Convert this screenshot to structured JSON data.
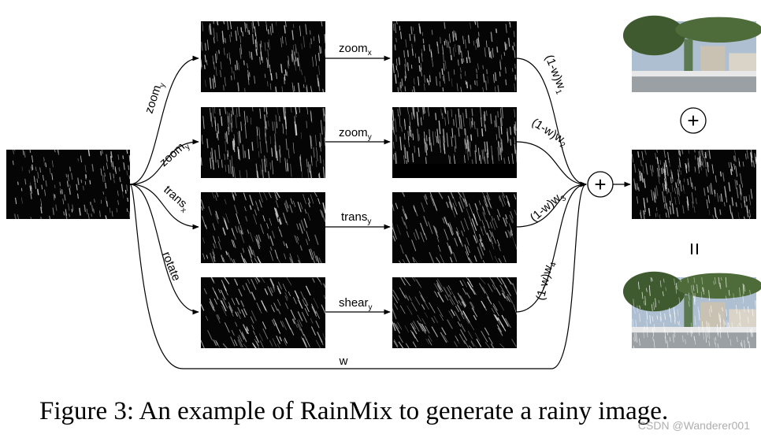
{
  "colors": {
    "line": "#000000",
    "rain_bg": "#050505",
    "rain_streak": "#d8d8d8",
    "sky": "#aebfd2",
    "tree": "#3f5a2e",
    "building": "#c9c2b2",
    "water": "#9aa0a3"
  },
  "branches": [
    {
      "first_op": {
        "base": "zoom",
        "sub": "y"
      },
      "second_op": {
        "base": "zoom",
        "sub": "x"
      },
      "weight": {
        "text": "(1-w)w",
        "sub": "1"
      }
    },
    {
      "first_op": {
        "base": "zoom",
        "sub": "y"
      },
      "second_op": {
        "base": "zoom",
        "sub": "y"
      },
      "weight": {
        "text": "(1-w)w",
        "sub": "2"
      }
    },
    {
      "first_op": {
        "base": "trans",
        "sub": "x"
      },
      "second_op": {
        "base": "trans",
        "sub": "y"
      },
      "weight": {
        "text": "(1-w)w",
        "sub": "3"
      }
    },
    {
      "first_op": {
        "base": "rotate",
        "sub": ""
      },
      "second_op": {
        "base": "shear",
        "sub": "y"
      },
      "weight": {
        "text": "(1-w)w",
        "sub": "4"
      }
    }
  ],
  "skip_label": "w",
  "sum_symbol": "+",
  "plus_between_symbol": "+",
  "equals_symbol": "=",
  "caption": "Figure 3: An example of RainMix to generate a rainy image.",
  "watermark": "CSDN @Wanderer001"
}
